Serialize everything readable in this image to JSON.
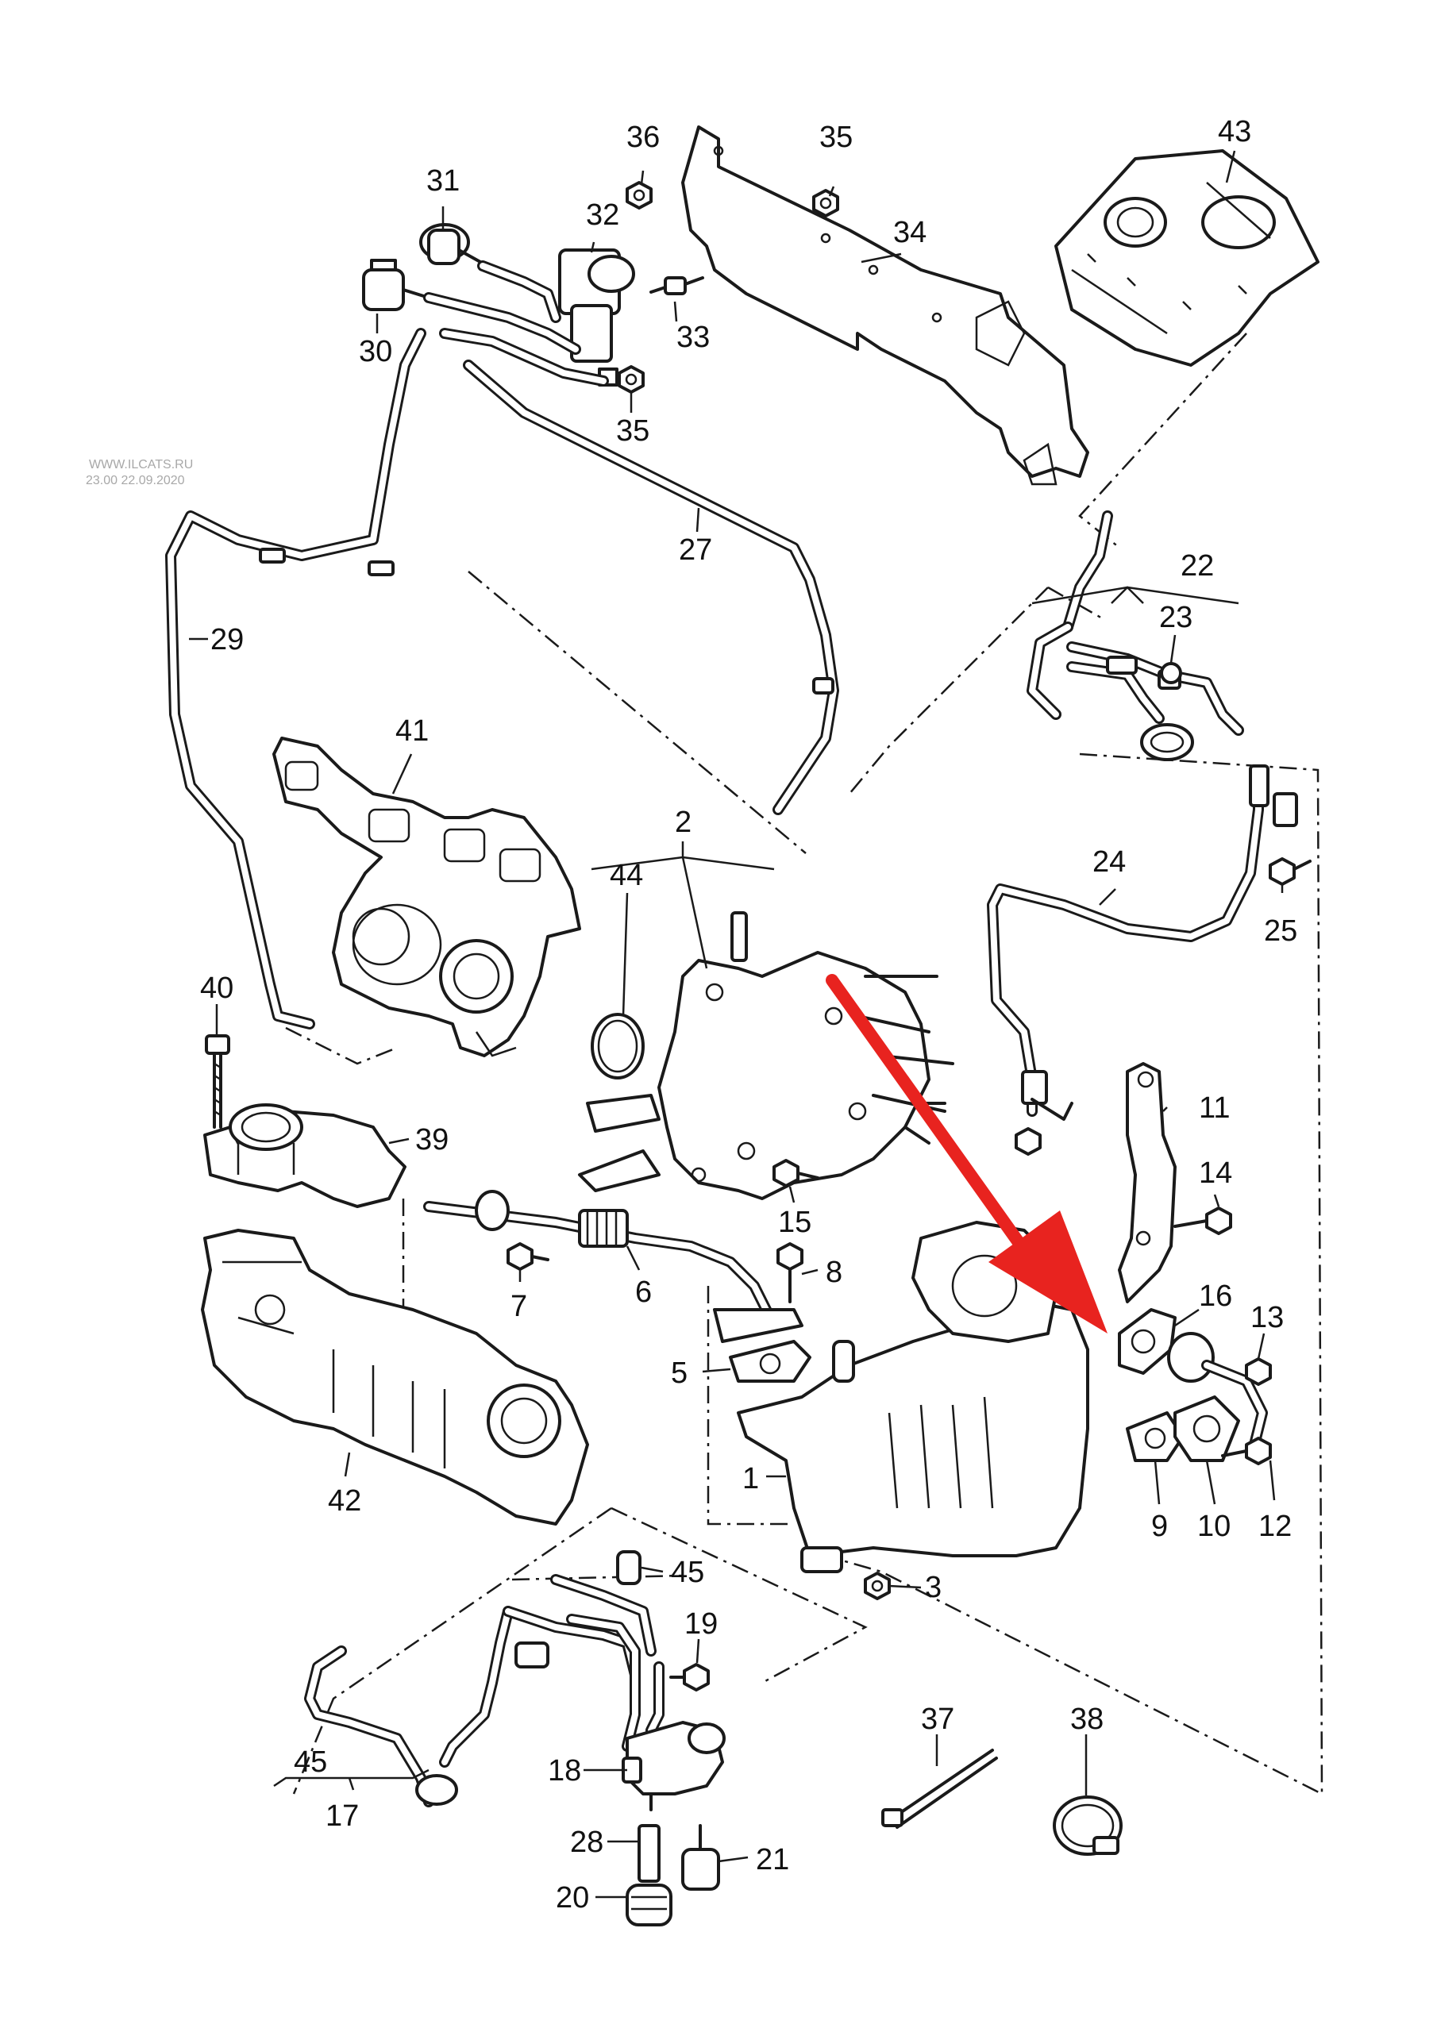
{
  "watermark": {
    "line1": "WWW.ILCATS.RU",
    "line2": "23.00 22.09.2020"
  },
  "labels": [
    {
      "id": "43",
      "text": "43"
    },
    {
      "id": "36",
      "text": "36"
    },
    {
      "id": "35a",
      "text": "35"
    },
    {
      "id": "31",
      "text": "31"
    },
    {
      "id": "32",
      "text": "32"
    },
    {
      "id": "34",
      "text": "34"
    },
    {
      "id": "30",
      "text": "30"
    },
    {
      "id": "33",
      "text": "33"
    },
    {
      "id": "35b",
      "text": "35"
    },
    {
      "id": "27",
      "text": "27"
    },
    {
      "id": "22",
      "text": "22"
    },
    {
      "id": "23",
      "text": "23"
    },
    {
      "id": "29",
      "text": "29"
    },
    {
      "id": "41",
      "text": "41"
    },
    {
      "id": "2",
      "text": "2"
    },
    {
      "id": "44",
      "text": "44"
    },
    {
      "id": "24",
      "text": "24"
    },
    {
      "id": "25",
      "text": "25"
    },
    {
      "id": "40",
      "text": "40"
    },
    {
      "id": "11",
      "text": "11"
    },
    {
      "id": "39",
      "text": "39"
    },
    {
      "id": "15",
      "text": "15"
    },
    {
      "id": "14",
      "text": "14"
    },
    {
      "id": "8",
      "text": "8"
    },
    {
      "id": "7",
      "text": "7"
    },
    {
      "id": "6",
      "text": "6"
    },
    {
      "id": "16",
      "text": "16"
    },
    {
      "id": "13",
      "text": "13"
    },
    {
      "id": "5",
      "text": "5"
    },
    {
      "id": "1",
      "text": "1"
    },
    {
      "id": "42",
      "text": "42"
    },
    {
      "id": "9",
      "text": "9"
    },
    {
      "id": "10",
      "text": "10"
    },
    {
      "id": "12",
      "text": "12"
    },
    {
      "id": "3",
      "text": "3"
    },
    {
      "id": "45a",
      "text": "45"
    },
    {
      "id": "19",
      "text": "19"
    },
    {
      "id": "37",
      "text": "37"
    },
    {
      "id": "38",
      "text": "38"
    },
    {
      "id": "45b",
      "text": "45"
    },
    {
      "id": "18",
      "text": "18"
    },
    {
      "id": "17",
      "text": "17"
    },
    {
      "id": "28",
      "text": "28"
    },
    {
      "id": "21",
      "text": "21"
    },
    {
      "id": "20",
      "text": "20"
    }
  ],
  "colors": {
    "line": "#1a1a1a",
    "arrow": "#e8231f",
    "background": "#ffffff",
    "watermark": "#a8a8a8"
  }
}
